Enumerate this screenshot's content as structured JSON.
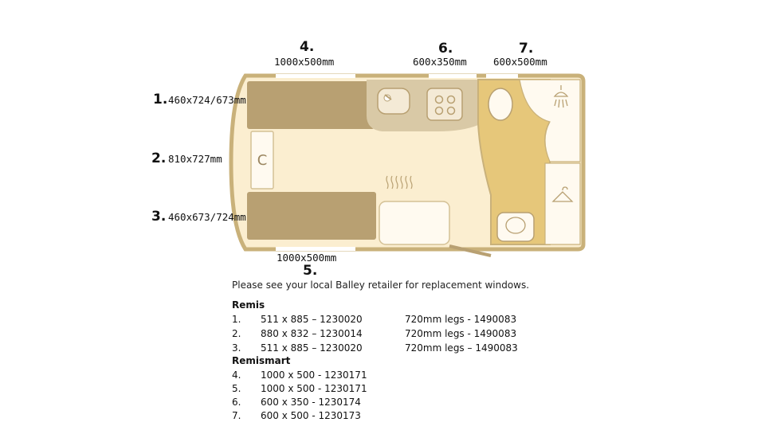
{
  "callouts": [
    {
      "number": "4.",
      "size": "1000x500mm"
    },
    {
      "number": "6.",
      "size": "600x350mm"
    },
    {
      "number": "7.",
      "size": "600x500mm"
    },
    {
      "number": "1.",
      "size": "460x724/673mm"
    },
    {
      "number": "2.",
      "size": "810x727mm"
    },
    {
      "number": "3.",
      "size": "460x673/724mm"
    },
    {
      "number": "5.",
      "size": "1000x500mm"
    }
  ],
  "plan_letter": "C",
  "colors": {
    "wall": "#c9b17a",
    "floor": "#fbeed0",
    "seat": "#b8a072",
    "kitchen": "#d9c9a6",
    "washroom": "#e6c77a"
  },
  "notice": "Please see your local Balley retailer for replacement windows.",
  "lists": [
    {
      "heading": "Remis",
      "items": [
        {
          "index": "1.",
          "part": "511 x 885 – 1230020",
          "legs": "720mm legs - 1490083"
        },
        {
          "index": "2.",
          "part": "880 x 832 – 1230014",
          "legs": "720mm legs - 1490083"
        },
        {
          "index": "3.",
          "part": "511 x 885 – 1230020",
          "legs": "720mm legs – 1490083"
        }
      ]
    },
    {
      "heading": "Remismart",
      "items": [
        {
          "index": "4.",
          "part": "1000 x 500 - 1230171",
          "legs": ""
        },
        {
          "index": "5.",
          "part": "1000 x 500 - 1230171",
          "legs": ""
        },
        {
          "index": "6.",
          "part": " 600 x 350 - 1230174",
          "legs": ""
        },
        {
          "index": "7.",
          "part": " 600 x 500 - 1230173",
          "legs": ""
        }
      ]
    }
  ]
}
